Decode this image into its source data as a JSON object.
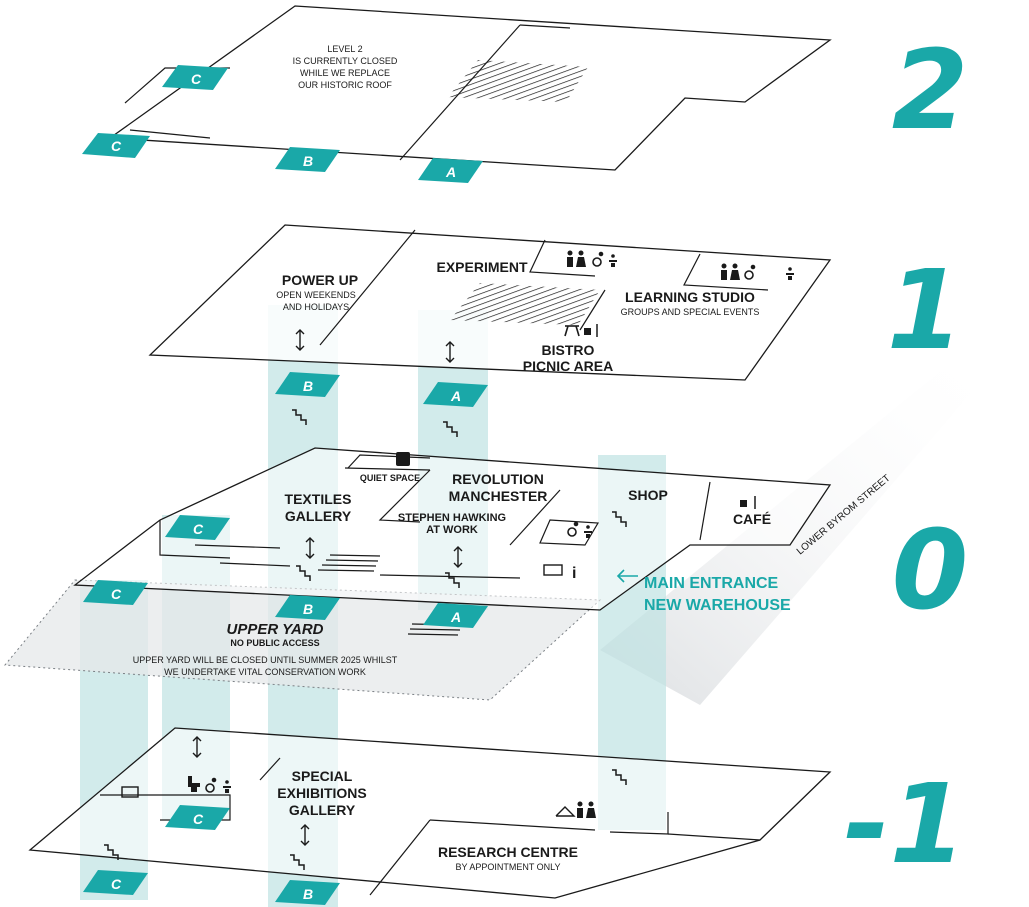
{
  "levels": {
    "l2": "2",
    "l1": "1",
    "l0": "0",
    "lm1": "-1"
  },
  "colors": {
    "accent": "#1aa8a8",
    "shaft": "#bfe3e3",
    "yard": "#e6e8ea",
    "line": "#1a1a1a"
  },
  "level2": {
    "notice_line1": "LEVEL 2",
    "notice_line2": "IS CURRENTLY CLOSED",
    "notice_line3": "WHILE WE REPLACE",
    "notice_line4": "OUR HISTORIC ROOF"
  },
  "level1": {
    "power_up": "POWER UP",
    "power_up_sub1": "OPEN WEEKENDS",
    "power_up_sub2": "AND HOLIDAYS",
    "experiment": "EXPERIMENT",
    "learning_studio": "LEARNING STUDIO",
    "learning_studio_sub": "GROUPS AND SPECIAL EVENTS",
    "bistro1": "BISTRO",
    "bistro2": "PICNIC AREA"
  },
  "level0": {
    "quiet_space": "QUIET SPACE",
    "revolution1": "REVOLUTION",
    "revolution2": "MANCHESTER",
    "textiles1": "TEXTILES",
    "textiles2": "GALLERY",
    "hawking1": "STEPHEN HAWKING",
    "hawking2": "AT WORK",
    "shop": "SHOP",
    "cafe": "CAFÉ",
    "main_entrance1": "MAIN ENTRANCE",
    "main_entrance2": "NEW WAREHOUSE",
    "street": "LOWER BYROM STREET",
    "upper_yard": "UPPER YARD",
    "no_public": "NO PUBLIC ACCESS",
    "yard_note1": "UPPER YARD WILL BE CLOSED UNTIL SUMMER 2025 WHILST",
    "yard_note2": "WE UNDERTAKE VITAL CONSERVATION WORK"
  },
  "levelm1": {
    "special1": "SPECIAL",
    "special2": "EXHIBITIONS",
    "special3": "GALLERY",
    "research": "RESEARCH CENTRE",
    "research_sub": "BY APPOINTMENT ONLY"
  },
  "badges": {
    "a": "A",
    "b": "B",
    "c": "C"
  },
  "icons": {
    "info": "i"
  }
}
